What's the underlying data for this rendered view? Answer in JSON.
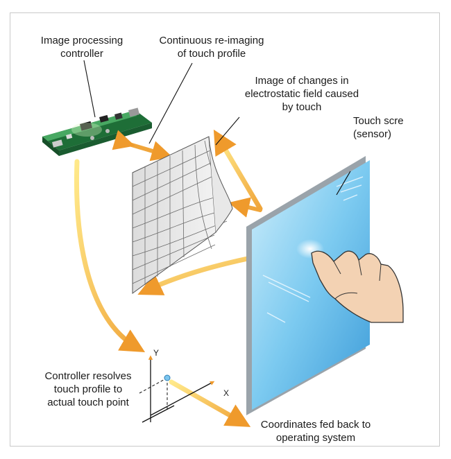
{
  "labels": {
    "controller": "Image processing\ncontroller",
    "reimaging": "Continuous re-imaging\nof touch profile",
    "changes": "Image of changes in\nelectrostatic field caused\nby touch",
    "screen": "Touch scre\n(sensor)",
    "resolves": "Controller resolves\ntouch profile to\nactual touch point",
    "coordinates": "Coordinates fed back to\noperating system",
    "axis_y": "Y",
    "axis_x": "X"
  },
  "colors": {
    "arrow": "#f0a53a",
    "board": "#2f8a4a",
    "screen": "#5fb6e8",
    "mesh": "#5a5a5a"
  }
}
